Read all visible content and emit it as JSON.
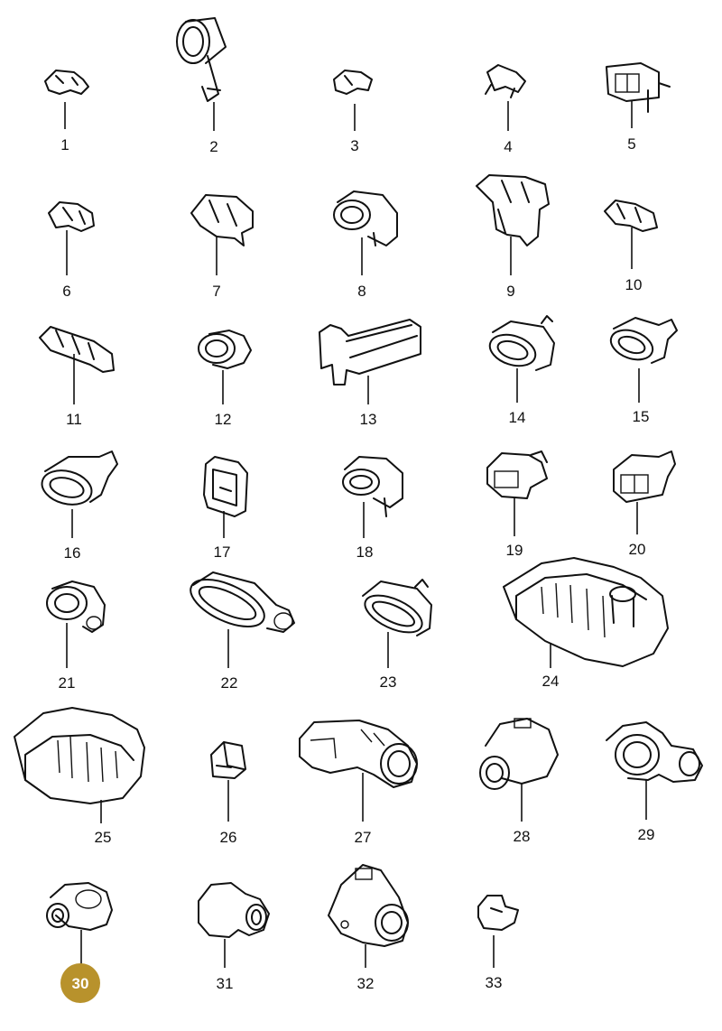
{
  "parts": [
    {
      "label": "1"
    },
    {
      "label": "2"
    },
    {
      "label": "3"
    },
    {
      "label": "4"
    },
    {
      "label": "5"
    },
    {
      "label": "6"
    },
    {
      "label": "7"
    },
    {
      "label": "8"
    },
    {
      "label": "9"
    },
    {
      "label": "10"
    },
    {
      "label": "11"
    },
    {
      "label": "12"
    },
    {
      "label": "13"
    },
    {
      "label": "14"
    },
    {
      "label": "15"
    },
    {
      "label": "16"
    },
    {
      "label": "17"
    },
    {
      "label": "18"
    },
    {
      "label": "19"
    },
    {
      "label": "20"
    },
    {
      "label": "21"
    },
    {
      "label": "22"
    },
    {
      "label": "23"
    },
    {
      "label": "24"
    },
    {
      "label": "25"
    },
    {
      "label": "26"
    },
    {
      "label": "27"
    },
    {
      "label": "28"
    },
    {
      "label": "29"
    },
    {
      "label": "30",
      "highlighted": true
    },
    {
      "label": "31"
    },
    {
      "label": "32"
    },
    {
      "label": "33"
    }
  ],
  "colors": {
    "line": "#111111",
    "highlight_badge": "#b8922c",
    "badge_text": "#ffffff",
    "background": "#ffffff"
  }
}
